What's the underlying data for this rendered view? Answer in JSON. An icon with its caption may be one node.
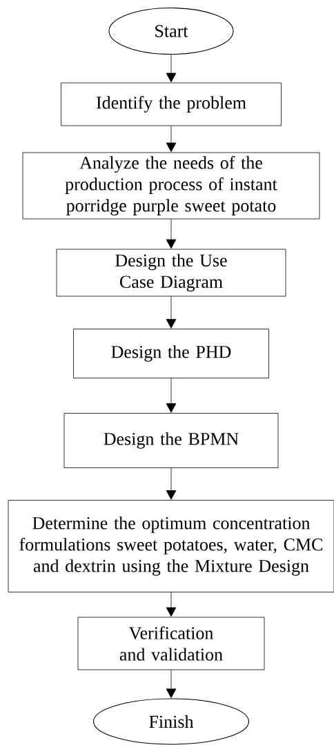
{
  "diagram": {
    "nodes": [
      {
        "text": [
          "Start"
        ]
      },
      {
        "text": [
          "Identify the problem"
        ]
      },
      {
        "text": [
          "Analyze the needs of the production process of instant porridge purple sweet potato"
        ]
      },
      {
        "text": [
          "Design the Use Case Diagram"
        ]
      },
      {
        "text": [
          "Design the PHD"
        ]
      },
      {
        "text": [
          "Design the BPMN"
        ]
      },
      {
        "text": [
          "Determine the optimum concentration formulations sweet potatoes, water, CMC and dextrin using the Mixture Design"
        ]
      },
      {
        "text": [
          "Verification and validation"
        ]
      },
      {
        "text": [
          "Finish"
        ]
      }
    ],
    "edges": [
      {
        "from": 0,
        "to": 1,
        "arrow": "to"
      },
      {
        "from": 1,
        "to": 2,
        "arrow": "to"
      },
      {
        "from": 2,
        "to": 3,
        "arrow": "to"
      },
      {
        "from": 3,
        "to": 4,
        "arrow": "to"
      },
      {
        "from": 4,
        "to": 5,
        "arrow": "to"
      },
      {
        "from": 5,
        "to": 6,
        "arrow": "to"
      },
      {
        "from": 6,
        "to": 7,
        "arrow": "to"
      },
      {
        "from": 7,
        "to": 8,
        "arrow": "to"
      }
    ]
  }
}
